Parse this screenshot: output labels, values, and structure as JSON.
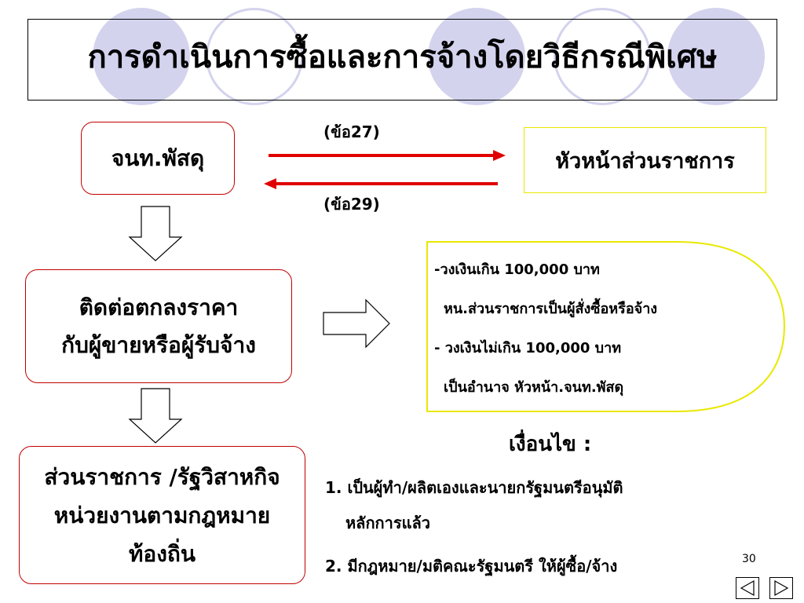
{
  "title": "การดำเนินการซื้อและการจ้างโดยวิธีกรณีพิเศษ",
  "flow": {
    "officer_box": "จนท.พัสดุ",
    "head_box": "หัวหน้าส่วนราชการ",
    "arrow_right_label": "(ข้อ27)",
    "arrow_left_label": "(ข้อ29)",
    "negotiate_box": [
      "ติดต่อตกลงราคา",
      "กับผู้ขายหรือผู้รับจ้าง"
    ],
    "agency_box": [
      "ส่วนราชการ /รัฐวิสาหกิจ",
      "หน่วยงานตามกฎหมาย",
      "ท้องถิ่น"
    ]
  },
  "authority": {
    "line1": "-วงเงินเกิน 100,000 บาท",
    "line2": "หน.ส่วนราชการเป็นผู้สั่งซื้อหรือจ้าง",
    "line3": "- วงเงินไม่เกิน 100,000 บาท",
    "line4": "เป็นอำนาจ หัวหน้า.จนท.พัสดุ"
  },
  "conditions": {
    "heading": "เงื่อนไข :",
    "item1_a": "1. เป็นผู้ทำ/ผลิตเองและนายกรัฐมนตรีอนุมัติ",
    "item1_b": "หลักการแล้ว",
    "item2": "2. มีกฎหมาย/มติคณะรัฐมนตรี ให้ผู้ซื้อ/จ้าง"
  },
  "page_number": "30",
  "colors": {
    "circle": "#d3d3ee",
    "arrow": "#e00000",
    "box_border": "#c00000",
    "highlight_border": "#e8e800"
  }
}
